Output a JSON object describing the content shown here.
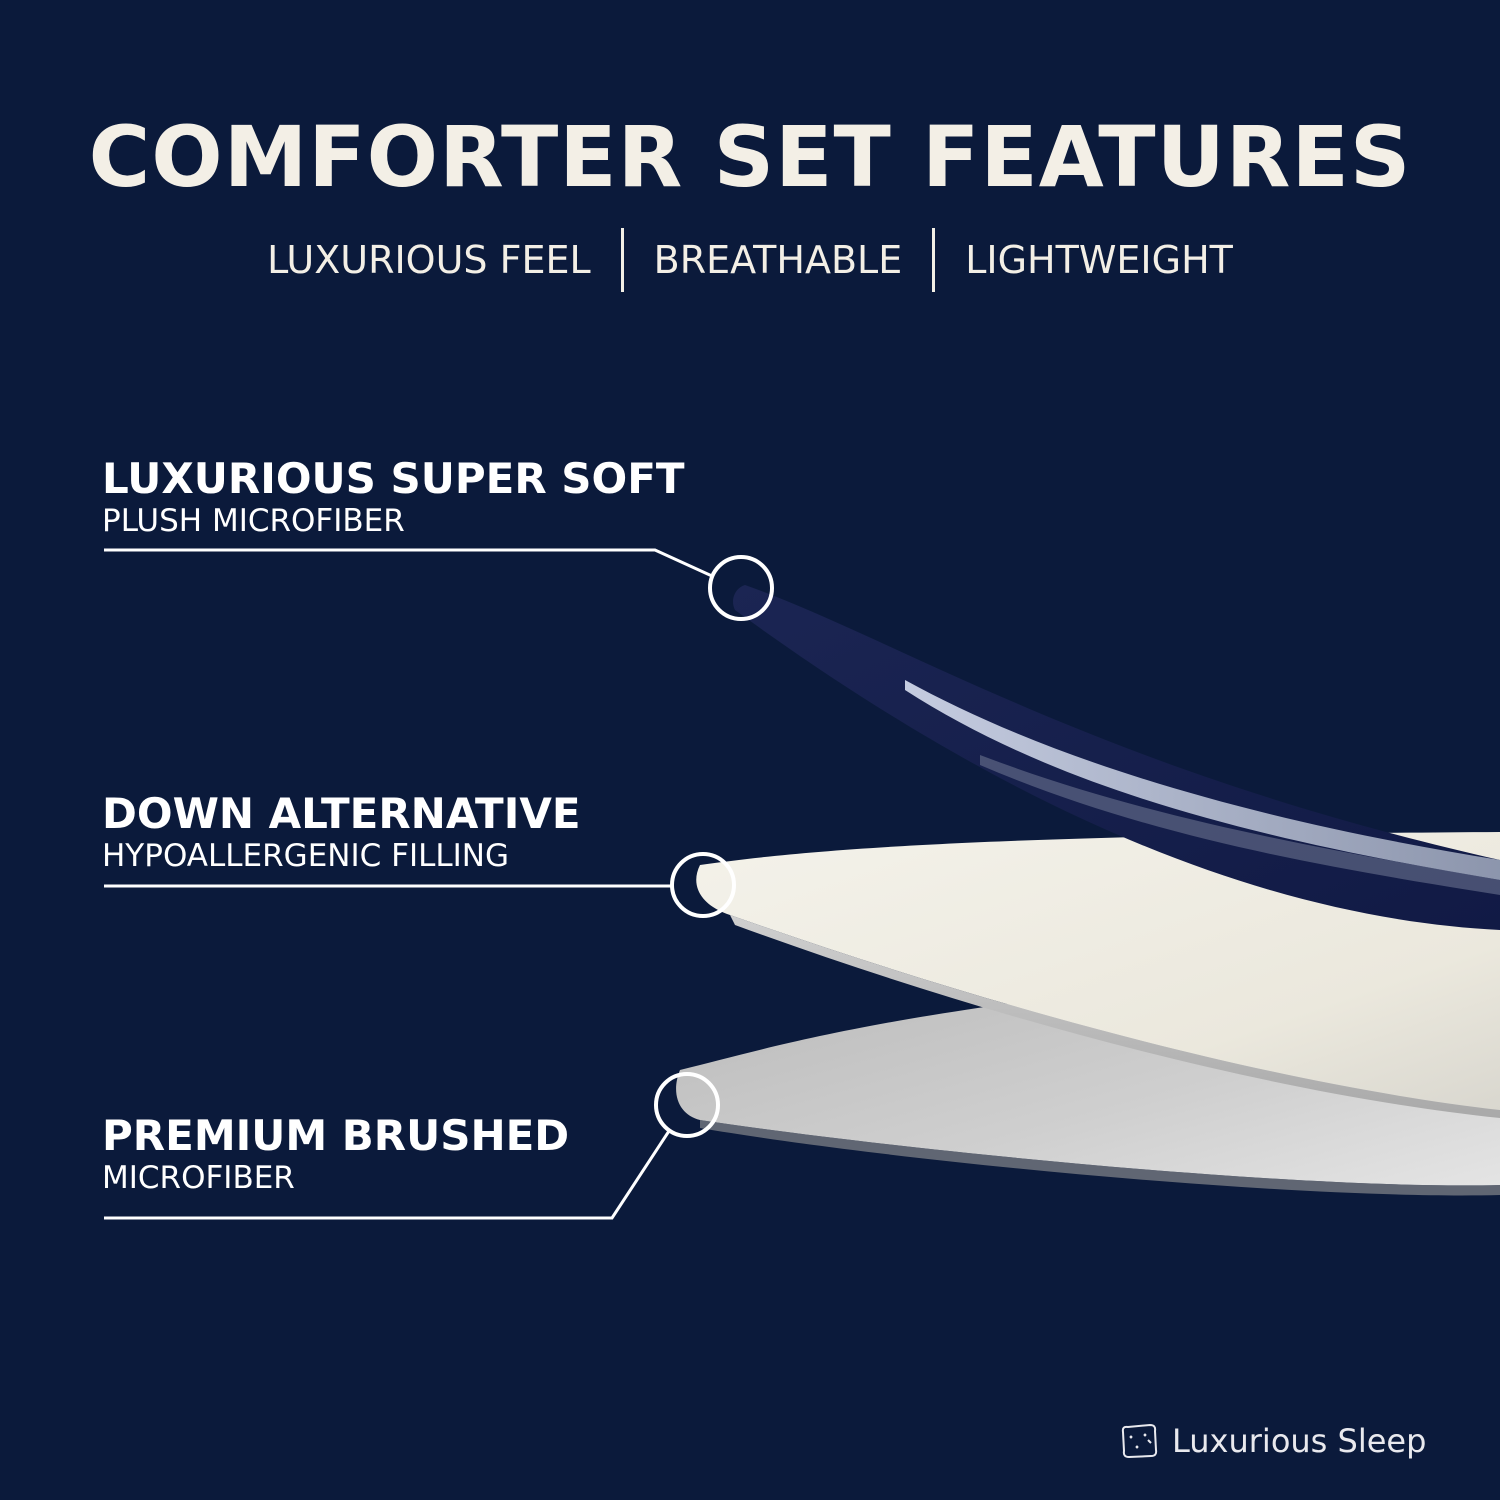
{
  "title": "COMFORTER SET FEATURES",
  "taglines": [
    "LUXURIOUS FEEL",
    "BREATHABLE",
    "LIGHTWEIGHT"
  ],
  "features": [
    {
      "main": "LUXURIOUS SUPER SOFT",
      "sub": "PLUSH MICROFIBER"
    },
    {
      "main": "DOWN ALTERNATIVE",
      "sub": "HYPOALLERGENIC FILLING"
    },
    {
      "main": "PREMIUM BRUSHED",
      "sub": "MICROFIBER"
    }
  ],
  "brand": {
    "name": "Luxurious Sleep",
    "icon": "pillow-icon"
  },
  "colors": {
    "background": "#0b1a3b",
    "text": "#f3efe6",
    "top_layer": "#151f4a",
    "middle_layer": "#f1efe6",
    "bottom_layer": "#c8c8c8"
  }
}
